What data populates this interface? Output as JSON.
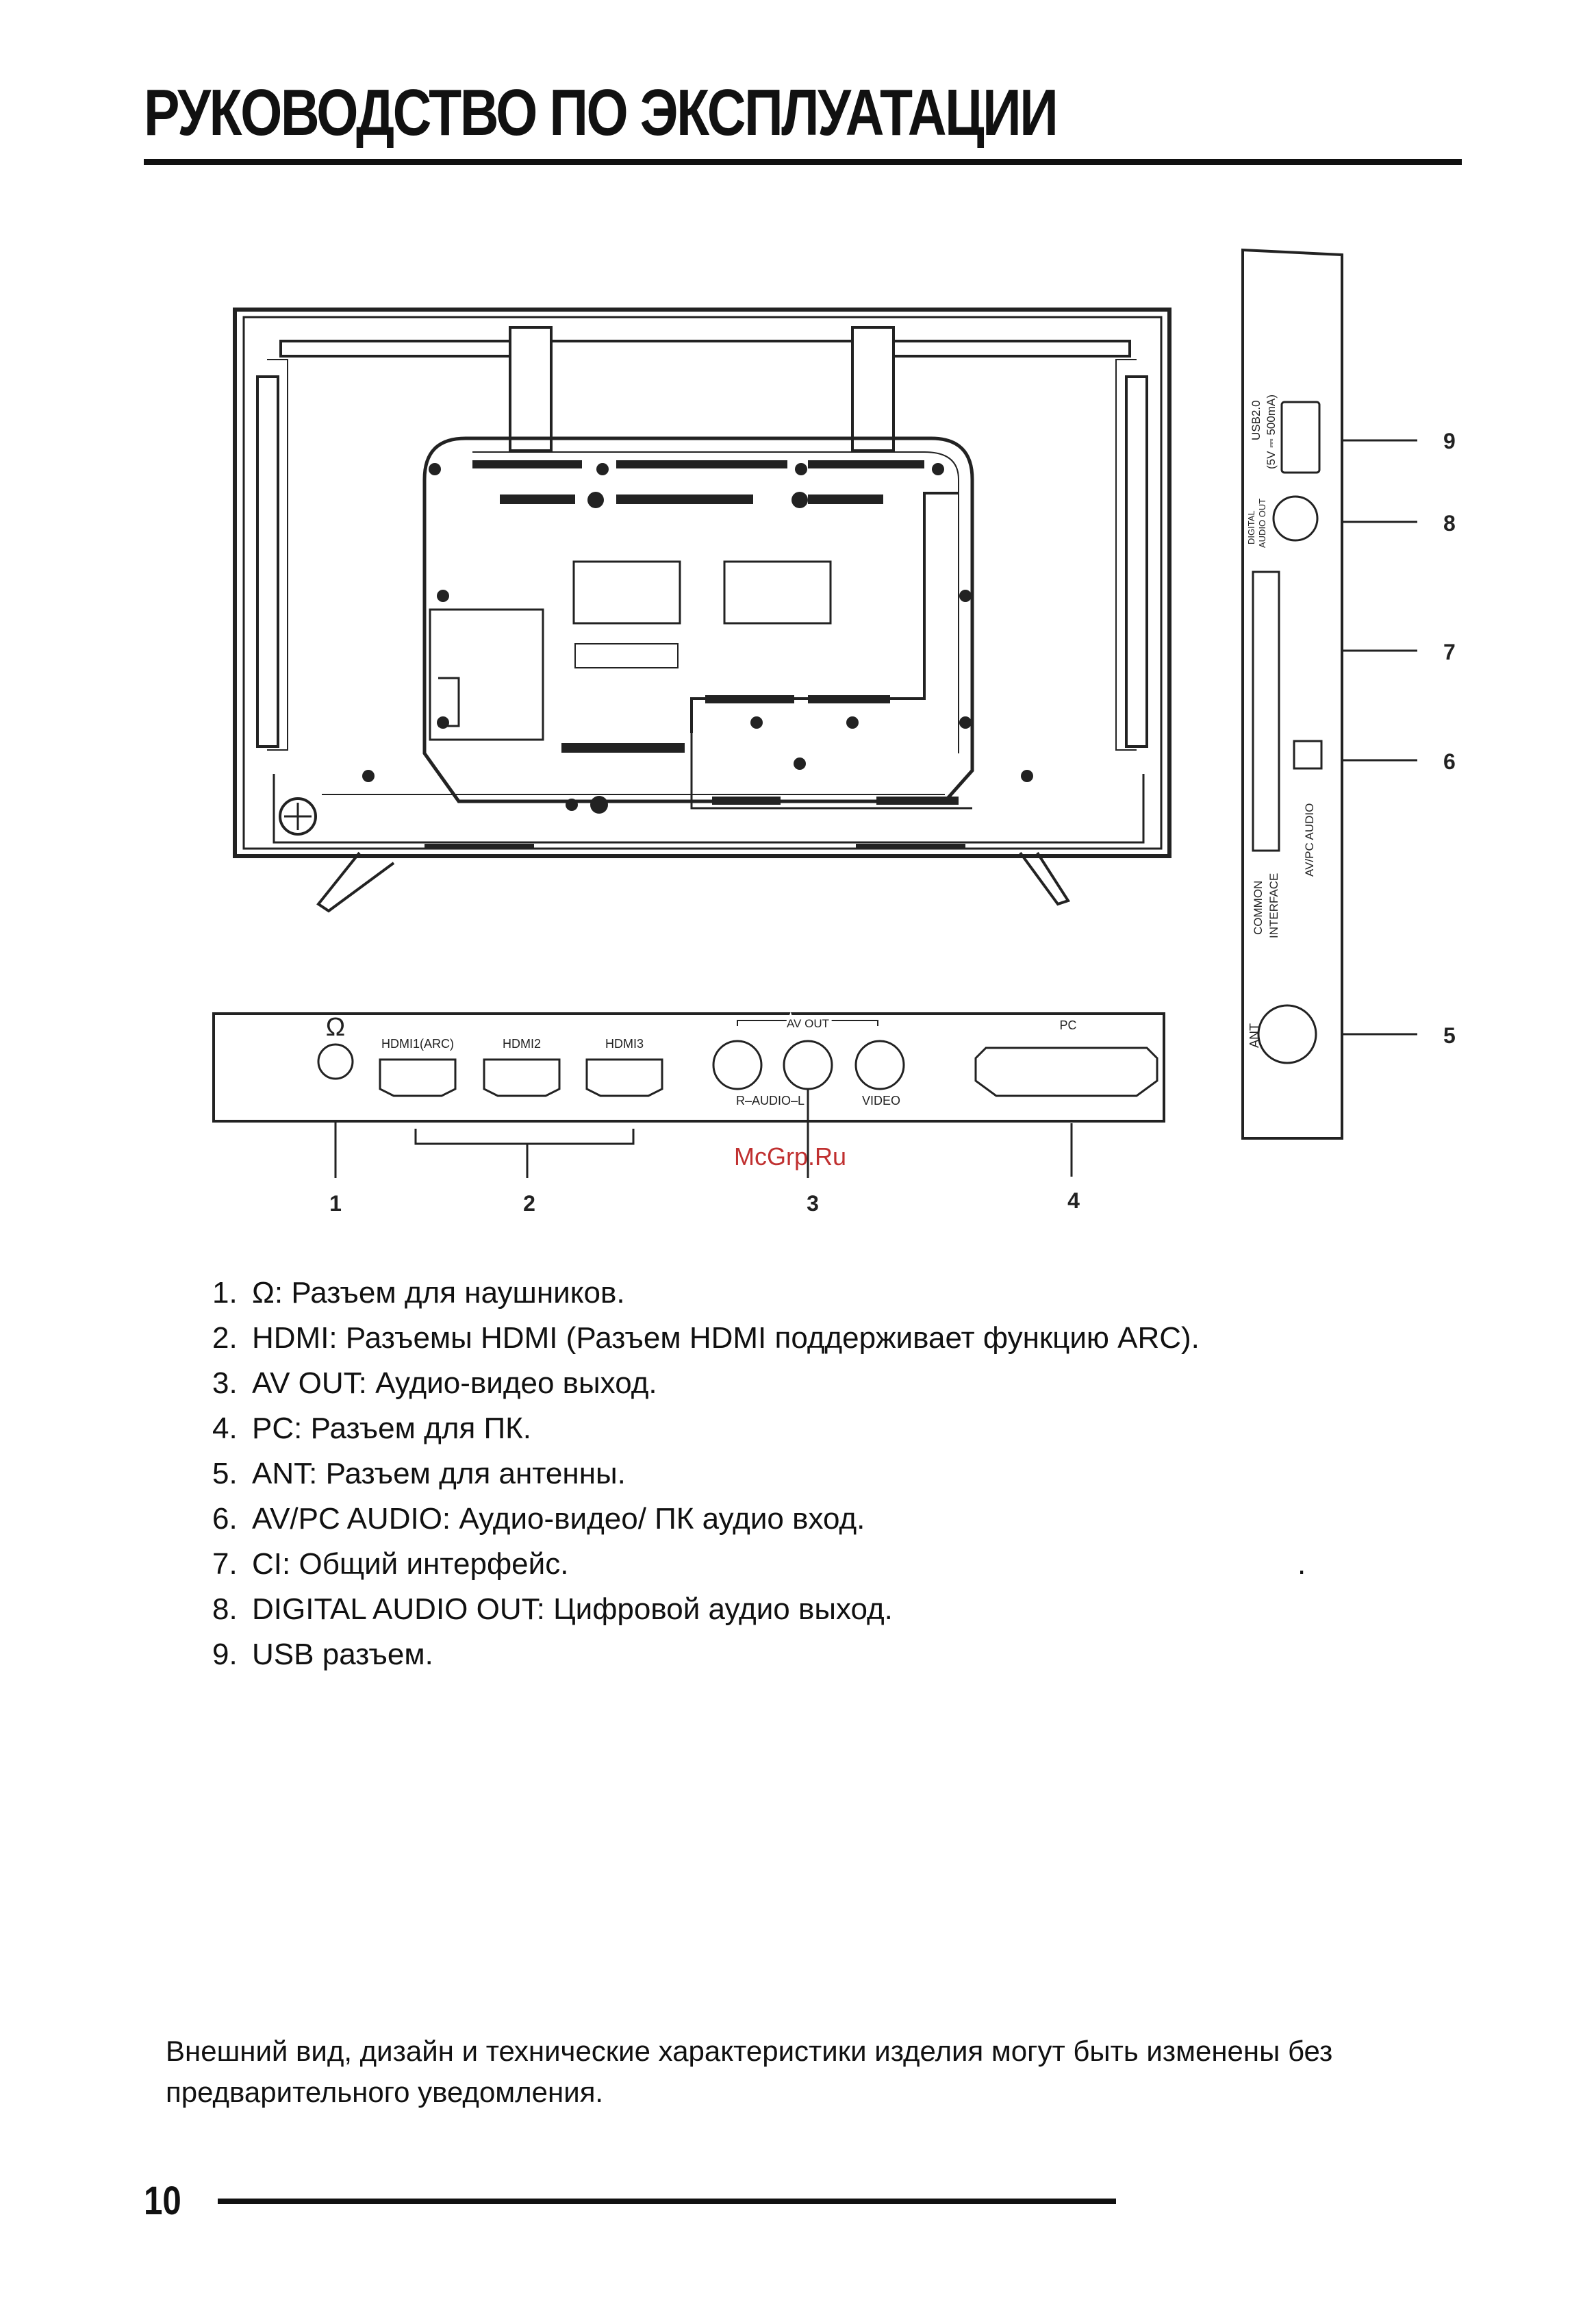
{
  "page": {
    "title": "РУКОВОДСТВО ПО ЭКСПЛУАТАЦИИ",
    "page_number": "10",
    "watermark": "McGrp.Ru"
  },
  "bottom_panel": {
    "headphone_symbol": "Ω",
    "hdmi1": "HDMI1(ARC)",
    "hdmi2": "HDMI2",
    "hdmi3": "HDMI3",
    "av_out": "AV OUT",
    "audio_label": "R–AUDIO–L",
    "video": "VIDEO",
    "pc": "PC"
  },
  "side_panel": {
    "usb_line1": "USB2.0",
    "usb_line2": "(5V ⎓ 500mA)",
    "digital_line1": "DIGITAL",
    "digital_line2": "AUDIO OUT",
    "common_line1": "COMMON",
    "common_line2": "INTERFACE",
    "avpc_audio": "AV/PC AUDIO",
    "ant": "ANT"
  },
  "callouts": [
    "1",
    "2",
    "3",
    "4",
    "5",
    "6",
    "7",
    "8",
    "9"
  ],
  "items": [
    {
      "num": "1.",
      "label": "Ω:",
      "text": "Разъем для наушников."
    },
    {
      "num": "2.",
      "label": "HDMI:",
      "text": "Разъемы HDMI (Разъем HDMI поддерживает функцию ARC)."
    },
    {
      "num": "3.",
      "label": "AV OUT:",
      "text": "Аудио-видео выход."
    },
    {
      "num": "4.",
      "label": "PC:",
      "text": "Разъем для ПК."
    },
    {
      "num": "5.",
      "label": "ANT:",
      "text": "Разъем для антенны."
    },
    {
      "num": "6.",
      "label": "AV/PC AUDIO:",
      "text": "Аудио-видео/ ПК аудио вход."
    },
    {
      "num": "7.",
      "label": "CI:",
      "text": "Общий интерфейс."
    },
    {
      "num": "8.",
      "label": "DIGITAL AUDIO OUT:",
      "text": "Цифровой аудио выход."
    },
    {
      "num": "9.",
      "label": "USB",
      "text": "разъем."
    }
  ],
  "stray_dot": ".",
  "note": "Внешний вид, дизайн и технические характеристики изделия могут быть изменены без предварительного уведомления."
}
